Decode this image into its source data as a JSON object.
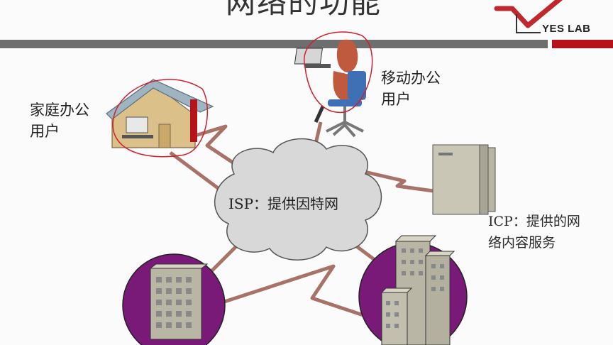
{
  "title": "网络的功能",
  "logo": {
    "text": "YES LAB",
    "accent": "#c0282d"
  },
  "labels": {
    "home_user": "家庭办公\n用户",
    "mobile_user": "移动办公\n用户",
    "isp": "ISP：提供因特网",
    "icp": "ICP：提供的网\n络内容服务"
  },
  "colors": {
    "bar_gray": "#6e6e6e",
    "bar_red": "#b5121b",
    "annotation_red": "#d21f2a",
    "link": "#a87268",
    "cloud": "#d8d8d8",
    "enterprise_circle": "#7a1a78",
    "building": "#b9b6a6",
    "server": "#c9c6b6",
    "house_wall": "#dcc08a",
    "house_roof": "#9fb3c0"
  }
}
